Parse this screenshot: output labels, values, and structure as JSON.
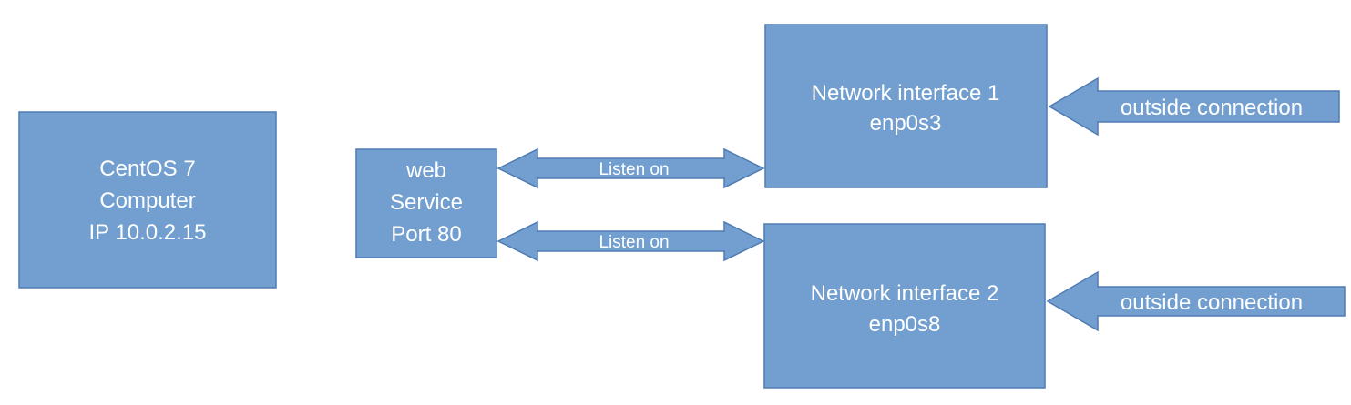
{
  "nodes": {
    "computer": {
      "lines": [
        "CentOS 7",
        "Computer",
        "IP 10.0.2.15"
      ]
    },
    "web_service": {
      "lines": [
        "web",
        "Service",
        "Port 80"
      ]
    },
    "iface1": {
      "lines": [
        "Network interface 1",
        "enp0s3"
      ]
    },
    "iface2": {
      "lines": [
        "Network interface 2",
        "enp0s8"
      ]
    }
  },
  "edges": {
    "listen1": "Listen on",
    "listen2": "Listen on",
    "outside1": "outside connection",
    "outside2": "outside connection"
  },
  "colors": {
    "box_fill": "#729fcf",
    "box_stroke": "#4f7bb3",
    "text": "#ffffff"
  }
}
